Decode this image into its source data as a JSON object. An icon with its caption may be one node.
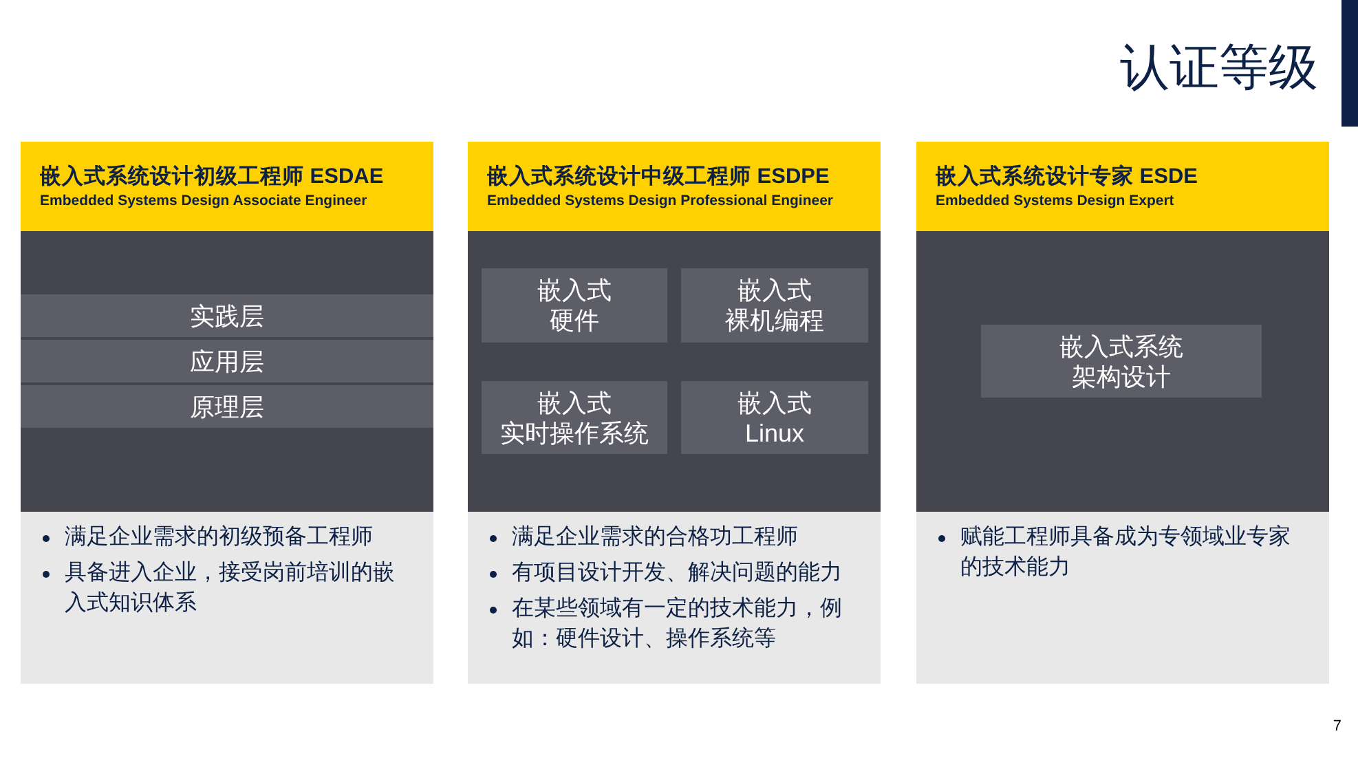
{
  "diagram": {
    "title": "认证等级",
    "nodes": [
      {
        "text": [
          "嵌入式系统设计初级工程师 ESDAE",
          "Embedded Systems Design Associate Engineer"
        ]
      },
      {
        "text": [],
        "shape": "box"
      },
      {
        "text": [
          "实践层"
        ],
        "in": 1
      },
      {
        "text": [
          "应用层"
        ],
        "in": 1
      },
      {
        "text": [
          "原理层"
        ],
        "in": 1
      },
      {
        "text": [
          "满足企业需求的初级预备工程师",
          "具备进入企业，接受岗前培训的嵌入式知识体系"
        ]
      },
      {
        "text": [
          "嵌入式系统设计中级工程师 ESDPE",
          "Embedded Systems Design Professional Engineer"
        ]
      },
      {
        "text": [],
        "shape": "box"
      },
      {
        "text": [
          "嵌入式",
          "硬件"
        ],
        "in": 7
      },
      {
        "text": [
          "嵌入式",
          "裸机编程"
        ],
        "in": 7
      },
      {
        "text": [
          "嵌入式",
          "实时操作系统"
        ],
        "in": 7
      },
      {
        "text": [
          "嵌入式",
          "Linux"
        ],
        "in": 7
      },
      {
        "text": [
          "满足企业需求的合格功工程师",
          "有项目设计开发、解决问题的能力",
          "在某些领域有一定的技术能力，例如：硬件设计、操作系统等"
        ]
      },
      {
        "text": [
          "嵌入式系统设计专家 ESDE",
          "Embedded Systems Design Expert"
        ]
      },
      {
        "text": [],
        "shape": "box"
      },
      {
        "text": [
          "嵌入式系统",
          "架构设计"
        ],
        "in": 14
      },
      {
        "text": [
          "赋能工程师具备成为专领域业专家的技术能力"
        ]
      }
    ],
    "labels": [
      "7"
    ]
  }
}
